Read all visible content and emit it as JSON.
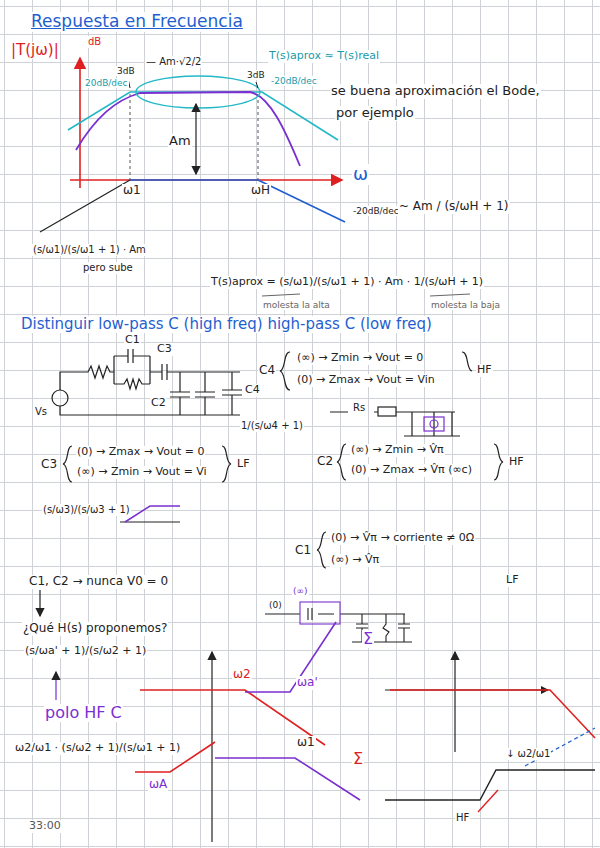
{
  "diagram": {
    "title": "Respuesta en Frecuencia",
    "labels": [
      "|T(jω)|",
      "dB",
      "3dB",
      "— Am·√2/2",
      "20dB/dec",
      "3dB",
      "-20dB/dec",
      "T(s)aprox ≈ T(s)real",
      "se buena aproximación el Bode,",
      "por ejemplo",
      "Am",
      "ω1",
      "ωH",
      "ω",
      "-20dB/dec",
      "~ Am / (s/ωH + 1)",
      "(s/ω1)/(s/ω1 + 1) · Am",
      "pero sube",
      "T(s)aprox = (s/ω1)/(s/ω1 + 1) · Am · 1/(s/ωH + 1)",
      "molesta la alta",
      "molesta la baja",
      "Distinguir low-pass C (high freq) high-pass C (low freq)",
      "Vs",
      "C1",
      "C2",
      "C3",
      "C4",
      "C4",
      "(∞) → Zmin → Vout = 0",
      "(0) → Zmax → Vout = Vin",
      "HF",
      "1/(s/ω4 + 1)",
      "Rs",
      "C3",
      "(0) → Zmax → Vout = 0",
      "(∞) → Zmin → Vout = Vi",
      "LF",
      "C2",
      "(∞) → Zmin → V̂π",
      "(0) → Zmax → V̂π (∞c)",
      "HF",
      "(s/ω3)/(s/ω3 + 1)",
      "C1",
      "(0) → V̂π → corriente ≠ 0Ω",
      "(∞) → V̂π",
      "LF",
      "C1, C2 → nunca V0 = 0",
      "¿Qué H(s) proponemos?",
      "(s/ωa' + 1)/(s/ω2 + 1)",
      "(∞)",
      "(0)",
      "polo HF C",
      "ω2/ω1 · (s/ω2 + 1)/(s/ω1 + 1)",
      "ω2",
      "ωa'",
      "Σ",
      "ωA",
      "ω1",
      "Σ",
      "↓ ω2/ω1",
      "HF",
      "33:00"
    ]
  }
}
